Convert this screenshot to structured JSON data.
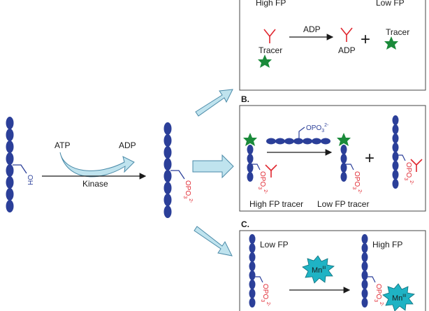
{
  "panel_a": {
    "high_fp": "High FP",
    "low_fp": "Low FP",
    "adp_arrow": "ADP",
    "tracer_left": "Tracer",
    "adp_product": "ADP",
    "plus": "+",
    "tracer_right": "Tracer"
  },
  "panel_b": {
    "label": "B.",
    "peptide_group": "OPO",
    "sub3": "3",
    "sup2": "2-",
    "high_fp_tracer": "High FP tracer",
    "low_fp_tracer": "Low FP tracer",
    "plus": "+"
  },
  "panel_c": {
    "label": "C.",
    "low_fp": "Low FP",
    "high_fp": "High FP",
    "mn": "Mn",
    "mn_sup": "III"
  },
  "left": {
    "atp": "ATP",
    "adp": "ADP",
    "kinase": "Kinase",
    "oh": "OH",
    "phospho": "OPO"
  },
  "colors": {
    "bead": "#2b3f99",
    "red": "#e0262f",
    "green": "#1a8a3a",
    "cyan": "#1fb3c4",
    "arrow_fill": "#bfe3ee",
    "arrow_stroke": "#4a8aa8"
  }
}
